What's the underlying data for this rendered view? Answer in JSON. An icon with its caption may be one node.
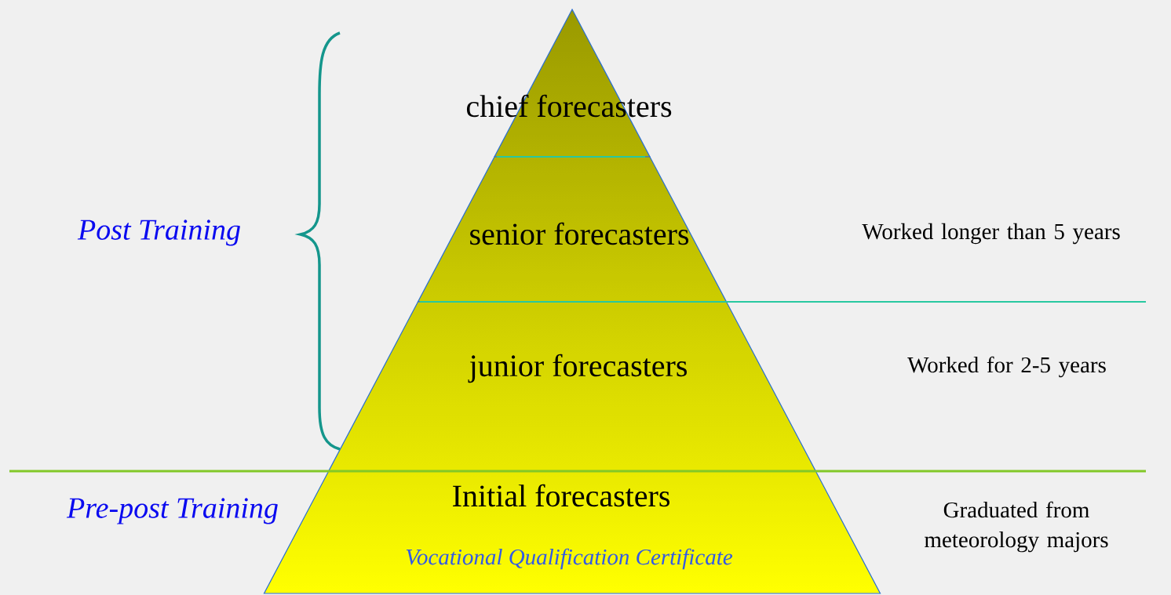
{
  "diagram": {
    "nodes": [
      {
        "text": [
          "chief forecasters"
        ]
      },
      {
        "text": [
          "senior forecasters"
        ]
      },
      {
        "text": [
          "junior forecasters"
        ]
      },
      {
        "text": [
          "Initial forecasters",
          "Vocational Qualification Certificate"
        ]
      }
    ],
    "labels": [
      "Post Training",
      "Worked longer than 5 years",
      "Worked for 2-5 years",
      "Pre-post Training",
      "Graduated from meteorology majors"
    ]
  }
}
